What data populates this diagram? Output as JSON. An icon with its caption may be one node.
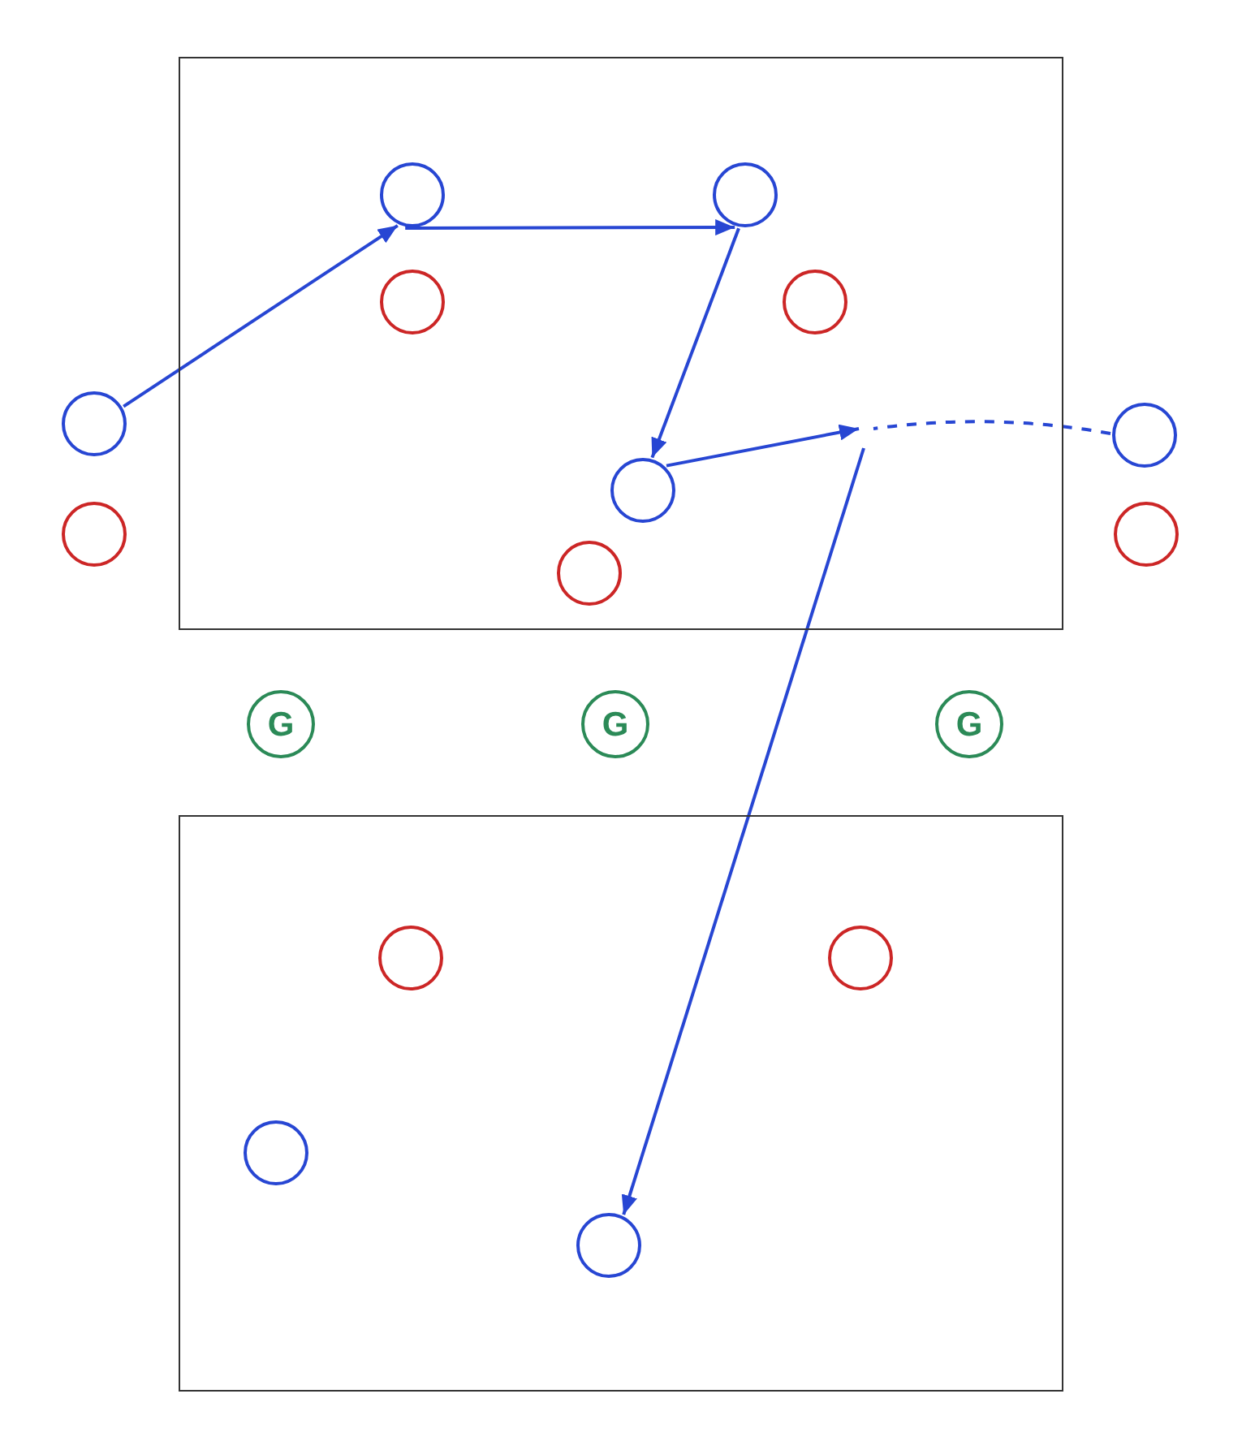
{
  "diagram": {
    "nodes": [
      {
        "text": [],
        "shape": "box"
      },
      {
        "text": [],
        "shape": "circle",
        "in": 0
      },
      {
        "text": [],
        "shape": "circle",
        "in": 0
      },
      {
        "text": [],
        "shape": "circle",
        "in": 0
      },
      {
        "text": [],
        "shape": "circle",
        "in": 0
      },
      {
        "text": [],
        "shape": "circle"
      },
      {
        "text": [],
        "shape": "circle"
      },
      {
        "text": [],
        "shape": "circle",
        "in": 0
      },
      {
        "text": [],
        "shape": "circle"
      },
      {
        "text": [],
        "shape": "circle"
      },
      {
        "text": [],
        "shape": "circle",
        "in": 0
      },
      {
        "text": [
          "G"
        ]
      },
      {
        "text": [
          "G"
        ]
      },
      {
        "text": [
          "G"
        ]
      },
      {
        "text": [],
        "shape": "box"
      },
      {
        "text": [],
        "shape": "circle",
        "in": 14
      },
      {
        "text": [],
        "shape": "circle",
        "in": 14
      },
      {
        "text": [],
        "shape": "circle",
        "in": 14
      },
      {
        "text": [],
        "shape": "circle",
        "in": 14
      }
    ],
    "edges": [
      {
        "from": 5,
        "to": 1,
        "arrow": "to"
      },
      {
        "from": 1,
        "to": 2,
        "arrow": "to"
      },
      {
        "from": 2,
        "to": 7,
        "arrow": "to"
      },
      {
        "from": 7,
        "to": null,
        "arrow": "to"
      },
      {
        "from": 6,
        "to": null,
        "arrow": "none",
        "style": "dashed"
      },
      {
        "from": null,
        "to": 18,
        "arrow": "to"
      }
    ]
  }
}
